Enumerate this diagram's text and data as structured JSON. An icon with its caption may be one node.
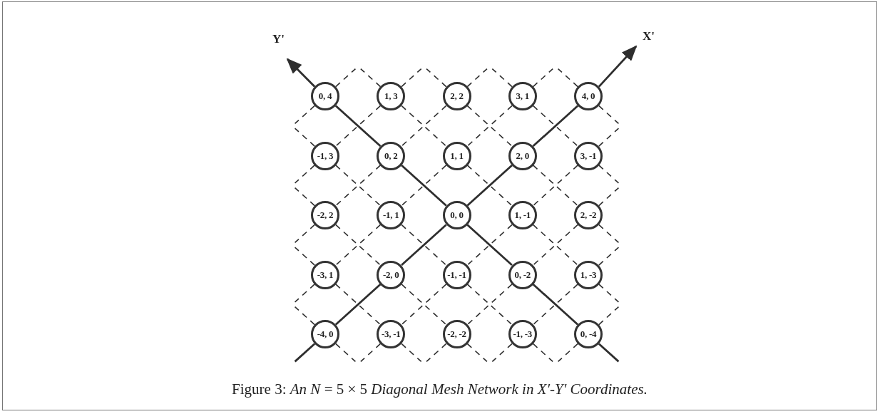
{
  "diagram": {
    "caption": "Figure 3:  *An N* = 5 × 5 *Diagonal Mesh Network in X′-Y′ Coordinates.*",
    "nodes": [
      {
        "text": [
          "Y'"
        ]
      },
      {
        "text": [
          "X'"
        ]
      },
      {
        "text": [
          "0, 4"
        ]
      },
      {
        "text": [
          "1, 3"
        ]
      },
      {
        "text": [
          "2, 2"
        ]
      },
      {
        "text": [
          "3, 1"
        ]
      },
      {
        "text": [
          "4, 0"
        ]
      },
      {
        "text": [
          "-1, 3"
        ]
      },
      {
        "text": [
          "0, 2"
        ]
      },
      {
        "text": [
          "1, 1"
        ]
      },
      {
        "text": [
          "2, 0"
        ]
      },
      {
        "text": [
          "3, -1"
        ]
      },
      {
        "text": [
          "-2, 2"
        ]
      },
      {
        "text": [
          "-1, 1"
        ]
      },
      {
        "text": [
          "0, 0"
        ]
      },
      {
        "text": [
          "1, -1"
        ]
      },
      {
        "text": [
          "2, -2"
        ]
      },
      {
        "text": [
          "-3, 1"
        ]
      },
      {
        "text": [
          "-2, 0"
        ]
      },
      {
        "text": [
          "-1, -1"
        ]
      },
      {
        "text": [
          "0, -2"
        ]
      },
      {
        "text": [
          "1, -3"
        ]
      },
      {
        "text": [
          "-4, 0"
        ]
      },
      {
        "text": [
          "-3, -1"
        ]
      },
      {
        "text": [
          "-2, -2"
        ]
      },
      {
        "text": [
          "-1, -3"
        ]
      },
      {
        "text": [
          "0, -4"
        ]
      }
    ],
    "edges": [
      {
        "from": 2,
        "to": 8,
        "arrow": "none"
      },
      {
        "from": 3,
        "to": 9,
        "arrow": "none",
        "style": "dashed"
      },
      {
        "from": 4,
        "to": 10,
        "arrow": "none",
        "style": "dashed"
      },
      {
        "from": 5,
        "to": 11,
        "arrow": "none",
        "style": "dashed"
      },
      {
        "from": 3,
        "to": 7,
        "arrow": "none",
        "style": "dashed"
      },
      {
        "from": 4,
        "to": 8,
        "arrow": "none",
        "style": "dashed"
      },
      {
        "from": 5,
        "to": 9,
        "arrow": "none",
        "style": "dashed"
      },
      {
        "from": 6,
        "to": 10,
        "arrow": "none"
      },
      {
        "from": 7,
        "to": 13,
        "arrow": "none",
        "style": "dashed"
      },
      {
        "from": 8,
        "to": 14,
        "arrow": "none"
      },
      {
        "from": 9,
        "to": 15,
        "arrow": "none",
        "style": "dashed"
      },
      {
        "from": 10,
        "to": 16,
        "arrow": "none",
        "style": "dashed"
      },
      {
        "from": 8,
        "to": 12,
        "arrow": "none",
        "style": "dashed"
      },
      {
        "from": 9,
        "to": 13,
        "arrow": "none",
        "style": "dashed"
      },
      {
        "from": 10,
        "to": 14,
        "arrow": "none"
      },
      {
        "from": 11,
        "to": 15,
        "arrow": "none",
        "style": "dashed"
      },
      {
        "from": 12,
        "to": 18,
        "arrow": "none",
        "style": "dashed"
      },
      {
        "from": 13,
        "to": 19,
        "arrow": "none",
        "style": "dashed"
      },
      {
        "from": 14,
        "to": 20,
        "arrow": "none"
      },
      {
        "from": 15,
        "to": 21,
        "arrow": "none",
        "style": "dashed"
      },
      {
        "from": 13,
        "to": 17,
        "arrow": "none",
        "style": "dashed"
      },
      {
        "from": 14,
        "to": 18,
        "arrow": "none"
      },
      {
        "from": 15,
        "to": 19,
        "arrow": "none",
        "style": "dashed"
      },
      {
        "from": 16,
        "to": 20,
        "arrow": "none",
        "style": "dashed"
      },
      {
        "from": 17,
        "to": 23,
        "arrow": "none",
        "style": "dashed"
      },
      {
        "from": 18,
        "to": 24,
        "arrow": "none",
        "style": "dashed"
      },
      {
        "from": 19,
        "to": 25,
        "arrow": "none",
        "style": "dashed"
      },
      {
        "from": 20,
        "to": 26,
        "arrow": "none"
      },
      {
        "from": 18,
        "to": 22,
        "arrow": "none"
      },
      {
        "from": 19,
        "to": 23,
        "arrow": "none",
        "style": "dashed"
      },
      {
        "from": 20,
        "to": 24,
        "arrow": "none",
        "style": "dashed"
      },
      {
        "from": 21,
        "to": 25,
        "arrow": "none",
        "style": "dashed"
      },
      {
        "from": 2,
        "to": 0,
        "arrow": "to"
      },
      {
        "from": 2,
        "to": null,
        "arrow": "none",
        "style": "dashed"
      },
      {
        "from": 2,
        "to": null,
        "arrow": "none",
        "style": "dashed"
      },
      {
        "from": 3,
        "to": null,
        "arrow": "none",
        "style": "dashed"
      },
      {
        "from": 3,
        "to": null,
        "arrow": "none",
        "style": "dashed"
      },
      {
        "from": 4,
        "to": null,
        "arrow": "none",
        "style": "dashed"
      },
      {
        "from": 4,
        "to": null,
        "arrow": "none",
        "style": "dashed"
      },
      {
        "from": 5,
        "to": null,
        "arrow": "none",
        "style": "dashed"
      },
      {
        "from": 5,
        "to": null,
        "arrow": "none",
        "style": "dashed"
      },
      {
        "from": 6,
        "to": null,
        "arrow": "none",
        "style": "dashed"
      },
      {
        "from": 6,
        "to": 1,
        "arrow": "to"
      },
      {
        "from": 6,
        "to": null,
        "arrow": "none",
        "style": "dashed"
      },
      {
        "from": 7,
        "to": null,
        "arrow": "none",
        "style": "dashed"
      },
      {
        "from": 7,
        "to": null,
        "arrow": "none",
        "style": "dashed"
      },
      {
        "from": 11,
        "to": null,
        "arrow": "none",
        "style": "dashed"
      },
      {
        "from": 11,
        "to": null,
        "arrow": "none",
        "style": "dashed"
      },
      {
        "from": 12,
        "to": null,
        "arrow": "none",
        "style": "dashed"
      },
      {
        "from": 12,
        "to": null,
        "arrow": "none",
        "style": "dashed"
      },
      {
        "from": 16,
        "to": null,
        "arrow": "none",
        "style": "dashed"
      },
      {
        "from": 16,
        "to": null,
        "arrow": "none",
        "style": "dashed"
      },
      {
        "from": 17,
        "to": null,
        "arrow": "none",
        "style": "dashed"
      },
      {
        "from": 17,
        "to": null,
        "arrow": "none",
        "style": "dashed"
      },
      {
        "from": 21,
        "to": null,
        "arrow": "none",
        "style": "dashed"
      },
      {
        "from": 21,
        "to": null,
        "arrow": "none",
        "style": "dashed"
      },
      {
        "from": 22,
        "to": null,
        "arrow": "none",
        "style": "dashed"
      },
      {
        "from": null,
        "to": 22,
        "arrow": "none"
      },
      {
        "from": 22,
        "to": null,
        "arrow": "none",
        "style": "dashed"
      },
      {
        "from": 23,
        "to": null,
        "arrow": "none",
        "style": "dashed"
      },
      {
        "from": 23,
        "to": null,
        "arrow": "none",
        "style": "dashed"
      },
      {
        "from": 24,
        "to": null,
        "arrow": "none",
        "style": "dashed"
      },
      {
        "from": 24,
        "to": null,
        "arrow": "none",
        "style": "dashed"
      },
      {
        "from": 25,
        "to": null,
        "arrow": "none",
        "style": "dashed"
      },
      {
        "from": 25,
        "to": null,
        "arrow": "none",
        "style": "dashed"
      },
      {
        "from": 26,
        "to": null,
        "arrow": "none",
        "style": "dashed"
      },
      {
        "from": 26,
        "to": null,
        "arrow": "none",
        "style": "dashed"
      },
      {
        "from": 26,
        "to": null,
        "arrow": "none"
      }
    ]
  }
}
